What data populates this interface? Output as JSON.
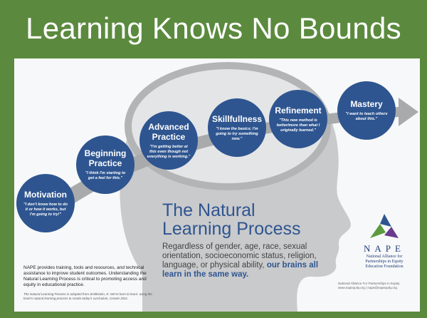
{
  "header": {
    "title": "Learning Knows No Bounds"
  },
  "stages": [
    {
      "name": "Motivation",
      "quote": "\"I don't know how to do it or how it works, but I'm going to try!\""
    },
    {
      "name": "Beginning Practice",
      "quote": "\"I think I'm starting to get a feel for this.\""
    },
    {
      "name": "Advanced Practice",
      "quote": "\"I'm getting better at this even though not everything is working.\""
    },
    {
      "name": "Skillfullness",
      "quote": "\"I know the basics; I'm going to try something new.\""
    },
    {
      "name": "Refinement",
      "quote": "\"This new method is better/more than what I originally learned.\""
    },
    {
      "name": "Mastery",
      "quote": "\"I want to teach others about this.\""
    }
  ],
  "main": {
    "title_line1": "The Natural",
    "title_line2": "Learning Process",
    "body": "Regardless of gender, age, race, sexual orientation, socioeconomic status, religion, language, or physical ability,",
    "body_bold": "our brains all learn in the same way."
  },
  "footer": {
    "about": "NAPE provides training, tools and resources, and technical assistance to improve student outcomes. Understanding the Natural Learning Process is critical to promoting access and equity in educational practice.",
    "credit": "The Natural Learning Process is adapted from Smilkstein, R. We're born to learn: using the brain's natural learning process to create today's curriculum, Corwin 2011.",
    "contact_line1": "National Alliance For Partnerships In Equity",
    "contact_line2": "www.napequity.org | nape@napequity.org"
  },
  "logo": {
    "acronym": "NAPE",
    "line1": "National Alliance for",
    "line2": "Partnerships in Equity",
    "line3": "Education Foundation"
  },
  "colors": {
    "border": "#5b8a3e",
    "circle": "#2e5590",
    "head": "#c9cacc"
  }
}
